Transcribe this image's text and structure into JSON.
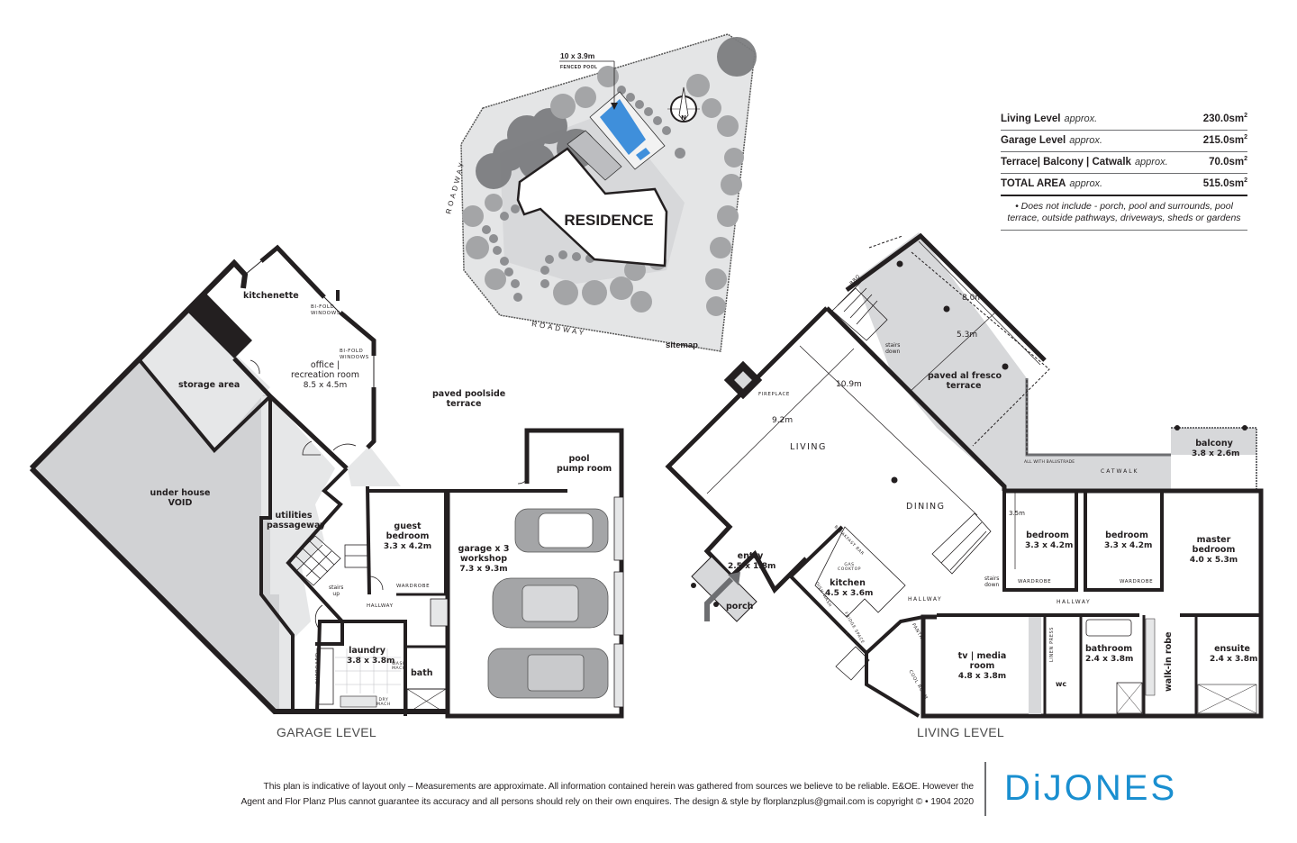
{
  "sitemap": {
    "title": "sitemap",
    "residence_label": "RESIDENCE",
    "pool_size": "10 x 3.9m",
    "pool_label": "FENCED POOL",
    "roadway_west": "ROADWAY",
    "roadway_south": "ROADWAY",
    "north_label": "N",
    "pool_color": "#3f8fdb"
  },
  "area_summary": {
    "rows": [
      {
        "name": "Living Level",
        "qualifier": "approx.",
        "value": "230.0sm",
        "unit_sup": "2"
      },
      {
        "name": "Garage Level",
        "qualifier": "approx.",
        "value": "215.0sm",
        "unit_sup": "2"
      },
      {
        "name": "Terrace| Balcony | Catwalk",
        "qualifier": "approx.",
        "value": "70.0sm",
        "unit_sup": "2"
      },
      {
        "name": "TOTAL AREA",
        "qualifier": "approx.",
        "value": "515.0sm",
        "unit_sup": "2"
      }
    ],
    "note": "• Does not include - porch, pool and surrounds, pool terrace, outside pathways, driveways, sheds or gardens"
  },
  "garage_level": {
    "title": "GARAGE LEVEL",
    "rooms": {
      "kitchenette": "kitchenette",
      "office_name_1": "office |",
      "office_name_2": "recreation room",
      "office_dim": "8.5 x 4.5m",
      "bifold_1a": "BI-FOLD",
      "bifold_1b": "WINDOWS",
      "bifold_2a": "BI-FOLD",
      "bifold_2b": "WINDOWS",
      "storage": "storage area",
      "void_1": "under house",
      "void_2": "VOID",
      "utilities_1": "utilities",
      "utilities_2": "passageway",
      "terrace_1": "paved poolside",
      "terrace_2": "terrace",
      "guest_1": "guest",
      "guest_2": "bedroom",
      "guest_dim": "3.3 x 4.2m",
      "wardrobe": "WARDROBE",
      "stairs_up_1": "stairs",
      "stairs_up_2": "up",
      "hallway": "HALLWAY",
      "laundry": "laundry",
      "laundry_dim": "3.8 x 3.8m",
      "cupboard": "CUPBOARD",
      "wash_mach_1": "WASH",
      "wash_mach_2": "MACH",
      "dry_mach_1": "DRY",
      "dry_mach_2": "MACH",
      "bath": "bath",
      "pump_1": "pool",
      "pump_2": "pump room",
      "garage_1": "garage x 3",
      "garage_2": "workshop",
      "garage_dim": "7.3 x 9.3m"
    }
  },
  "living_level": {
    "title": "LIVING LEVEL",
    "rooms": {
      "bbq": "BBQ",
      "stairs_down_1a": "stairs",
      "stairs_down_1b": "down",
      "dim_8": "8.0m",
      "dim_53": "5.3m",
      "dim_109": "10.9m",
      "dim_92": "9.2m",
      "dim_35": "3.5m",
      "terrace_1": "paved al fresco",
      "terrace_2": "terrace",
      "fireplace": "FIREPLACE",
      "living": "LIVING",
      "dining": "DINING",
      "balustrade": "ALL WITH BALUSTRADE",
      "catwalk": "CATWALK",
      "balcony": "balcony",
      "balcony_dim": "3.8 x 2.6m",
      "entry": "entry",
      "entry_dim": "2.5 x 1.8m",
      "porch": "porch",
      "breakfast_bar": "BREAKFAST BAR",
      "gas_cooktop_1": "GAS",
      "gas_cooktop_2": "COOKTOP",
      "kitchen": "kitchen",
      "kitchen_dim": "4.5 x 3.6m",
      "dish_wash": "DISH WASH",
      "fridge_space": "FRIDGE SPACE",
      "pantry": "PANTRY",
      "cool_room": "COOL ROOM",
      "hallway_1": "HALLWAY",
      "hallway_2": "HALLWAY",
      "stairs_down_2a": "stairs",
      "stairs_down_2b": "down",
      "bed1": "bedroom",
      "bed1_dim": "3.3 x 4.2m",
      "bed2": "bedroom",
      "bed2_dim": "3.3 x 4.2m",
      "wardrobe_1": "WARDROBE",
      "wardrobe_2": "WARDROBE",
      "master_1": "master",
      "master_2": "bedroom",
      "master_dim": "4.0 x 5.3m",
      "tv_1": "tv | media",
      "tv_2": "room",
      "tv_dim": "4.8 x 3.8m",
      "linen": "LINEN PRESS",
      "wc": "wc",
      "bathroom": "bathroom",
      "bathroom_dim": "2.4 x 3.8m",
      "walkin": "walk-in robe",
      "ensuite": "ensuite",
      "ensuite_dim": "2.4 x 3.8m"
    }
  },
  "footer": {
    "disclaimer_line1": "This plan is indicative of layout only  –  Measurements are approximate. All information contained herein was gathered from sources we believe to be reliable. E&OE. However the",
    "disclaimer_line2": "Agent and Flor Planz Plus cannot guarantee its accuracy and all persons should rely on their own enquires. The design & style by florplanzplus@gmail.com is copyright ©   •  1904 2020",
    "brand": "DiJONES",
    "brand_color": "#1a8fd0"
  }
}
